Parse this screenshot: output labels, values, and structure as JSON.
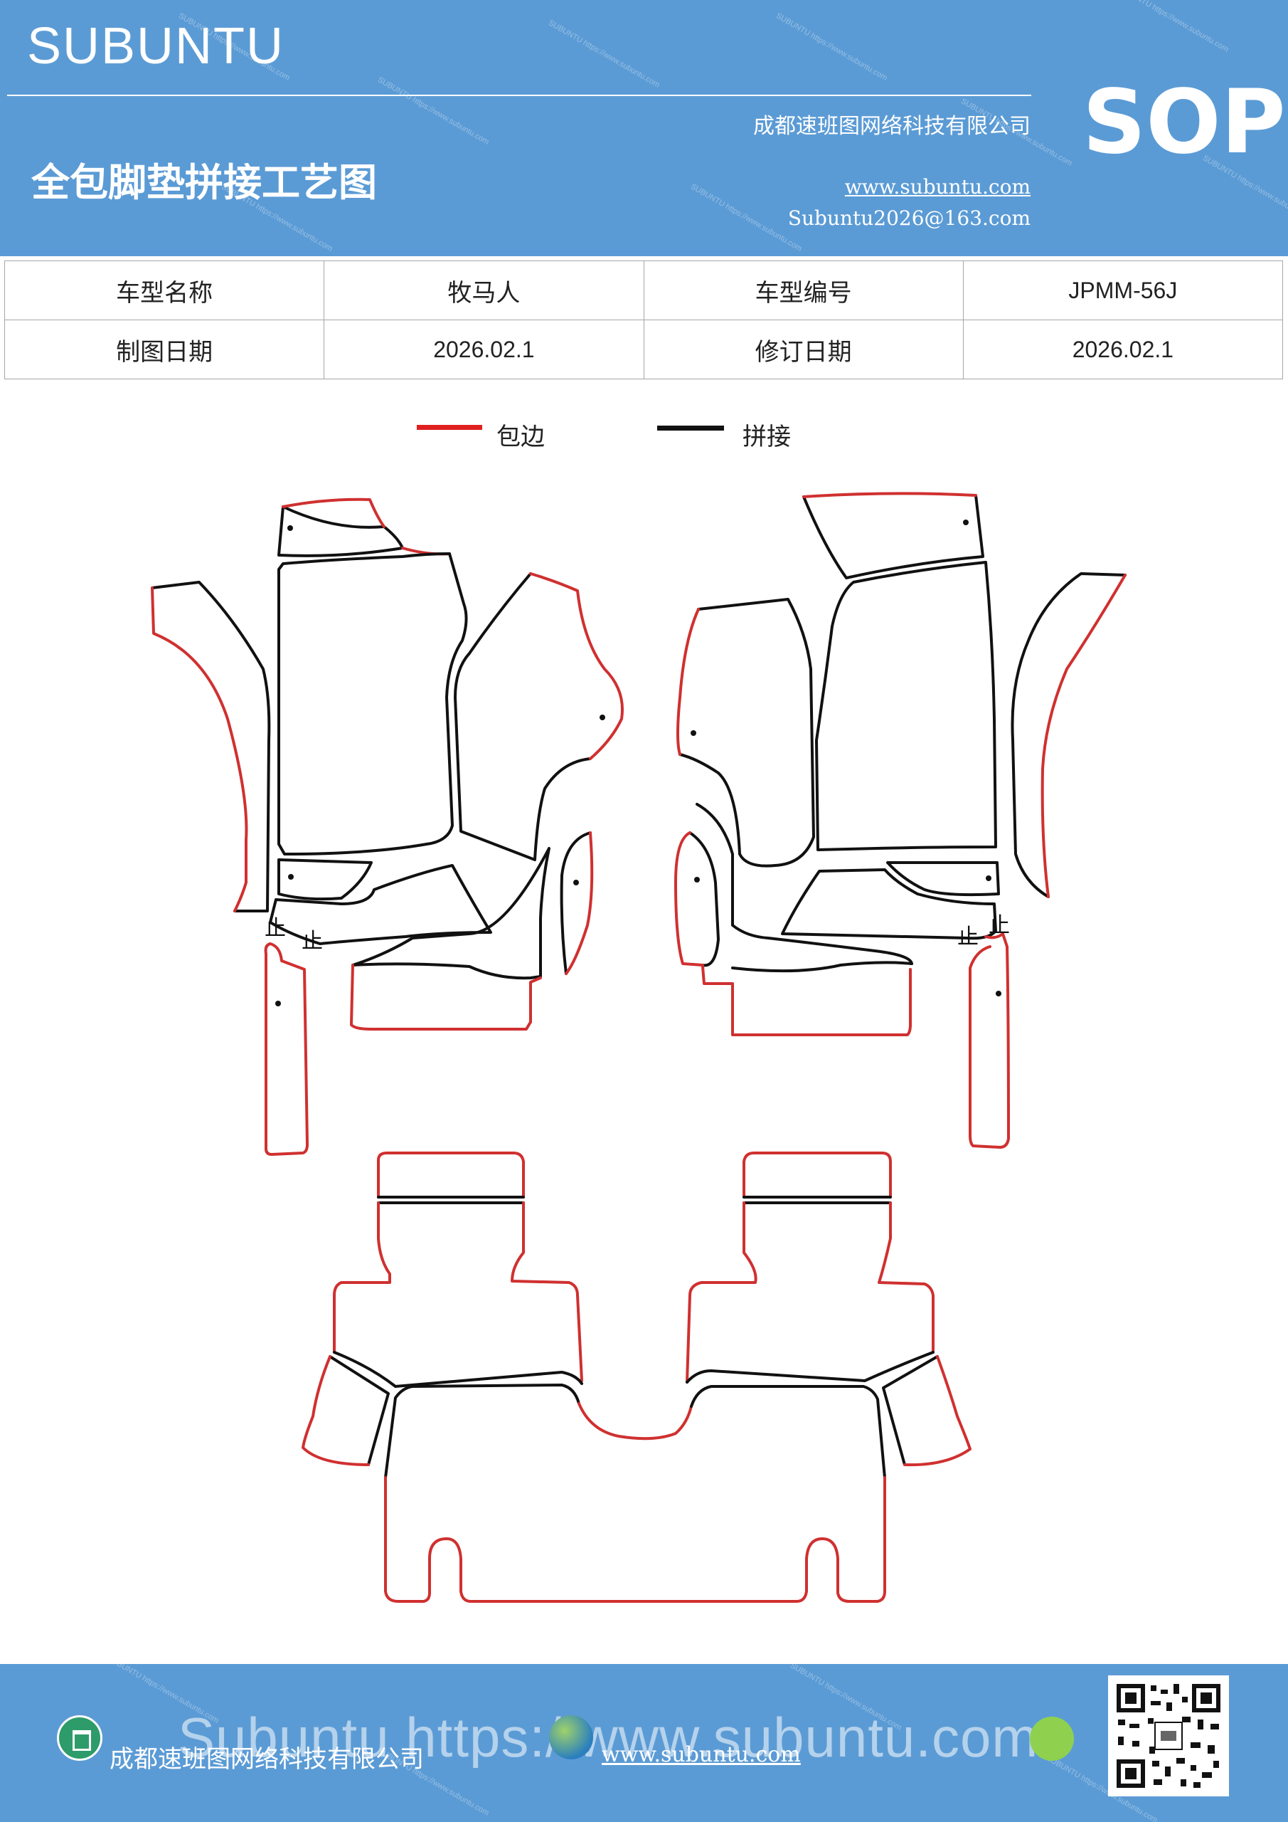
{
  "header": {
    "brand": "SUBUNTU",
    "doc_title": "全包脚垫拼接工艺图",
    "company": "成都速班图网络科技有限公司",
    "website": "www.subuntu.com",
    "email": "Subuntu2026@163.com",
    "badge": "SOP",
    "watermark": "SUBUNTU https://www.subuntu.com"
  },
  "info_table": {
    "rows": [
      {
        "label1": "车型名称",
        "value1": "牧马人",
        "label2": "车型编号",
        "value2": "JPMM-56J"
      },
      {
        "label1": "制图日期",
        "value1": "2026.02.1",
        "label2": "修订日期",
        "value2": "2026.02.1"
      }
    ]
  },
  "legend": {
    "items": [
      {
        "label": "包边",
        "color": "#e02020"
      },
      {
        "label": "拼接",
        "color": "#111111"
      }
    ]
  },
  "diagram": {
    "edge_color": "#d03030",
    "seam_color": "#111111",
    "mark_left_1": "止",
    "mark_left_2": "止",
    "mark_right_1": "止",
    "mark_right_2": "止"
  },
  "footer": {
    "ghost_text": "Subuntu https://www.subuntu.com",
    "company": "成都速班图网络科技有限公司",
    "website": "www.subuntu.com",
    "icons": [
      "home-icon",
      "globe-icon",
      "wechat-icon",
      "qr-code"
    ]
  }
}
